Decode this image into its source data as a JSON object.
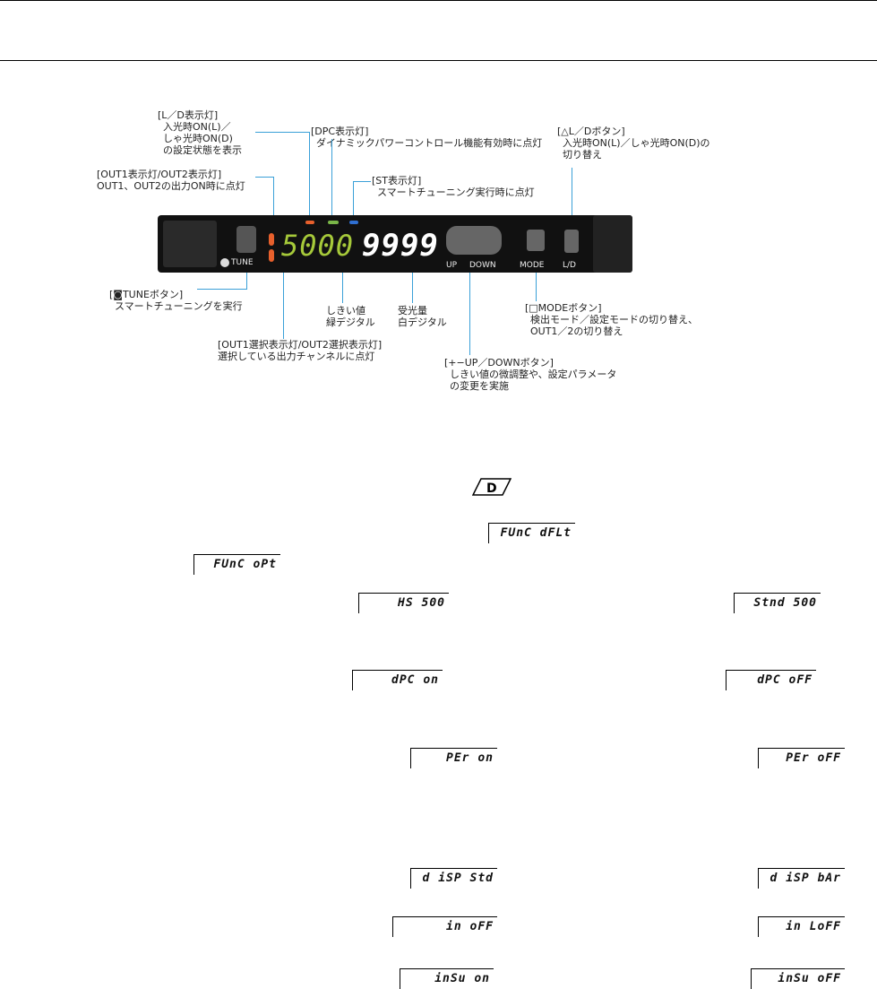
{
  "figure": {
    "labels": {
      "ld_indicator": [
        "[L／D表示灯]",
        "入光時ON(L)／",
        "しゃ光時ON(D)",
        "の設定状態を表示"
      ],
      "dpc_indicator": [
        "[DPC表示灯]",
        "ダイナミックパワーコントロール機能有効時に点灯"
      ],
      "ld_button": [
        "[△L／Dボタン]",
        "入光時ON(L)／しゃ光時ON(D)の",
        "切り替え"
      ],
      "out_indicator": [
        "[OUT1表示灯/OUT2表示灯]",
        "OUT1、OUT2の出力ON時に点灯"
      ],
      "st_indicator": [
        "[ST表示灯]",
        "スマートチューニング実行時に点灯"
      ],
      "tune_button": [
        "[◙TUNEボタン]",
        "スマートチューニングを実行"
      ],
      "threshold": [
        "しきい値",
        "緑デジタル"
      ],
      "received": [
        "受光量",
        "白デジタル"
      ],
      "mode_button": [
        "[□MODEボタン]",
        "検出モード／設定モードの切り替え、",
        "OUT1／2の切り替え"
      ],
      "out_select": [
        "[OUT1選択表示灯/OUT2選択表示灯]",
        "選択している出力チャンネルに点灯"
      ],
      "updown_button": [
        "[+−UP／DOWNボタン]",
        "しきい値の微調整や、設定パラメータ",
        "の変更を実施"
      ]
    },
    "device": {
      "threshold_digits": "5000",
      "received_digits": "9999",
      "tune_label": "TUNE",
      "up_label": "UP",
      "down_label": "DOWN",
      "mode_label": "MODE",
      "ld_label": "L/D",
      "threshold_color": "#a6c93a",
      "received_color": "#ffffff",
      "ld_led_color": "#e8602c",
      "dpc_led_color": "#7ab648",
      "st_led_color": "#2f6fd1",
      "out_led_color": "#e8602c"
    }
  },
  "displays": {
    "func_dflt": "FUnC dFLt",
    "func_opt": "FUnC oPt",
    "hs500": "HS 500",
    "stnd500": "Stnd 500",
    "dpc_on": "dPC  on",
    "dpc_off": "dPC  oFF",
    "per_on": "PEr  on",
    "per_off": "PEr  oFF",
    "disp_std": "d iSP Std",
    "disp_bar": "d iSP bAr",
    "in_off": "in   oFF",
    "in_loff": "in  LoFF",
    "insu_on": "inSu  on",
    "insu_off": "inSu oFF"
  }
}
